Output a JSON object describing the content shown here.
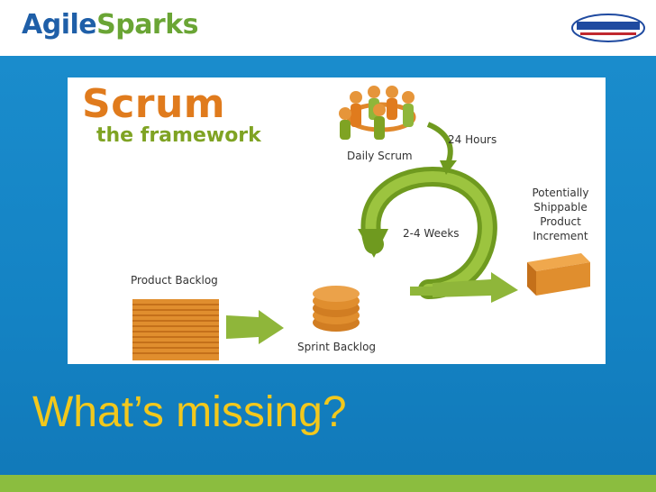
{
  "header": {
    "brand_part1": "Agile",
    "brand_part2": "Sparks"
  },
  "diagram": {
    "title": "Scrum",
    "subtitle": "the framework",
    "daily_scrum": "Daily Scrum",
    "hours": "24 Hours",
    "weeks": "2-4 Weeks",
    "product_backlog": "Product Backlog",
    "sprint_backlog": "Sprint Backlog",
    "increment": [
      "Potentially",
      "Shippable",
      "Product",
      "Increment"
    ]
  },
  "caption": "What’s missing?",
  "colors": {
    "blue": "#1483c4",
    "green": "#8bbd3f",
    "orange": "#e07b1d",
    "caption": "#f2c81c"
  },
  "icons": [
    "people-circle-icon",
    "cycle-arrow-icon",
    "backlog-stack-icon",
    "sprint-stack-icon",
    "increment-box-icon",
    "partner-logo-icon"
  ]
}
